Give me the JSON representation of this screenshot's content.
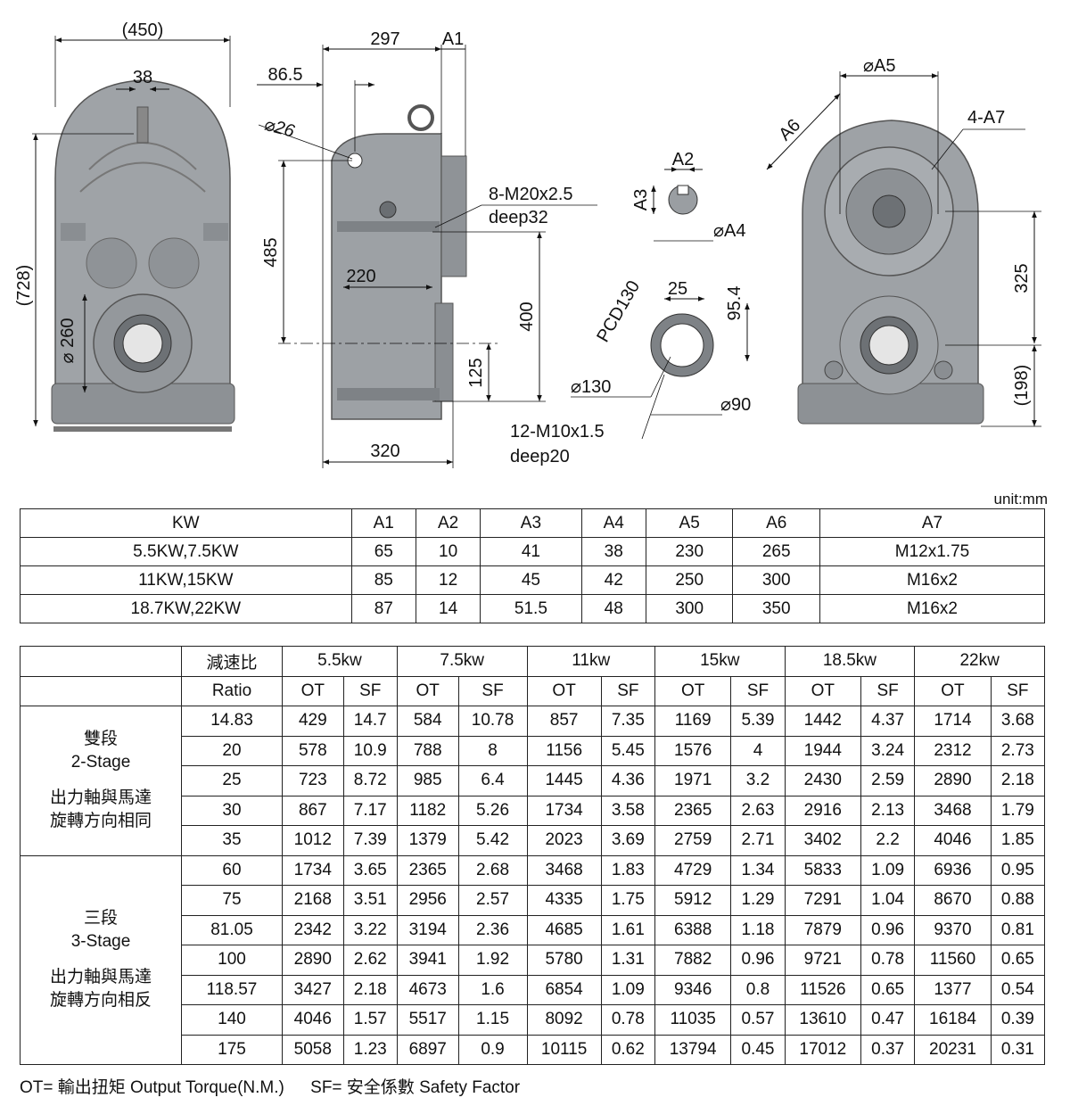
{
  "drawing": {
    "front": {
      "width": "(450)",
      "shaft": "38",
      "height": "(728)",
      "bore_dia": "260"
    },
    "side": {
      "d297": "297",
      "a1": "A1",
      "d86": "86.5",
      "hole": "26",
      "d485": "485",
      "d220": "220",
      "d400": "400",
      "d125": "125",
      "d320": "320",
      "bolt_spec": "8-M20x2.5",
      "bolt_depth": "deep32"
    },
    "key": {
      "a2": "A2",
      "a3": "A3",
      "a4": "A4"
    },
    "flange": {
      "pcd": "PCD130",
      "d25": "25",
      "d95": "95.4",
      "d130": "130",
      "d90": "90",
      "tap_spec": "12-M10x1.5",
      "tap_depth": "deep20"
    },
    "rear": {
      "a5": "A5",
      "a6": "A6",
      "a7": "4-A7",
      "d325": "325",
      "d198": "(198)"
    }
  },
  "unit_label": "unit:mm",
  "spec_table": {
    "headers": [
      "KW",
      "A1",
      "A2",
      "A3",
      "A4",
      "A5",
      "A6",
      "A7"
    ],
    "rows": [
      [
        "5.5KW,7.5KW",
        "65",
        "10",
        "41",
        "38",
        "230",
        "265",
        "M12x1.75"
      ],
      [
        "11KW,15KW",
        "85",
        "12",
        "45",
        "42",
        "250",
        "300",
        "M16x2"
      ],
      [
        "18.7KW,22KW",
        "87",
        "14",
        "51.5",
        "48",
        "300",
        "350",
        "M16x2"
      ]
    ]
  },
  "perf_table": {
    "ratio_cn": "減速比",
    "ratio_en": "Ratio",
    "powers": [
      "5.5kw",
      "7.5kw",
      "11kw",
      "15kw",
      "18.5kw",
      "22kw"
    ],
    "ot": "OT",
    "sf": "SF",
    "groups": [
      {
        "name_cn": "雙段",
        "name_en": "2-Stage",
        "note1": "出力軸與馬達",
        "note2": "旋轉方向相同",
        "rows": [
          [
            "14.83",
            "429",
            "14.7",
            "584",
            "10.78",
            "857",
            "7.35",
            "1169",
            "5.39",
            "1442",
            "4.37",
            "1714",
            "3.68"
          ],
          [
            "20",
            "578",
            "10.9",
            "788",
            "8",
            "1156",
            "5.45",
            "1576",
            "4",
            "1944",
            "3.24",
            "2312",
            "2.73"
          ],
          [
            "25",
            "723",
            "8.72",
            "985",
            "6.4",
            "1445",
            "4.36",
            "1971",
            "3.2",
            "2430",
            "2.59",
            "2890",
            "2.18"
          ],
          [
            "30",
            "867",
            "7.17",
            "1182",
            "5.26",
            "1734",
            "3.58",
            "2365",
            "2.63",
            "2916",
            "2.13",
            "3468",
            "1.79"
          ],
          [
            "35",
            "1012",
            "7.39",
            "1379",
            "5.42",
            "2023",
            "3.69",
            "2759",
            "2.71",
            "3402",
            "2.2",
            "4046",
            "1.85"
          ]
        ]
      },
      {
        "name_cn": "三段",
        "name_en": "3-Stage",
        "note1": "出力軸與馬達",
        "note2": "旋轉方向相反",
        "rows": [
          [
            "60",
            "1734",
            "3.65",
            "2365",
            "2.68",
            "3468",
            "1.83",
            "4729",
            "1.34",
            "5833",
            "1.09",
            "6936",
            "0.95"
          ],
          [
            "75",
            "2168",
            "3.51",
            "2956",
            "2.57",
            "4335",
            "1.75",
            "5912",
            "1.29",
            "7291",
            "1.04",
            "8670",
            "0.88"
          ],
          [
            "81.05",
            "2342",
            "3.22",
            "3194",
            "2.36",
            "4685",
            "1.61",
            "6388",
            "1.18",
            "7879",
            "0.96",
            "9370",
            "0.81"
          ],
          [
            "100",
            "2890",
            "2.62",
            "3941",
            "1.92",
            "5780",
            "1.31",
            "7882",
            "0.96",
            "9721",
            "0.78",
            "11560",
            "0.65"
          ],
          [
            "118.57",
            "3427",
            "2.18",
            "4673",
            "1.6",
            "6854",
            "1.09",
            "9346",
            "0.8",
            "11526",
            "0.65",
            "1377",
            "0.54"
          ],
          [
            "140",
            "4046",
            "1.57",
            "5517",
            "1.15",
            "8092",
            "0.78",
            "11035",
            "0.57",
            "13610",
            "0.47",
            "16184",
            "0.39"
          ],
          [
            "175",
            "5058",
            "1.23",
            "6897",
            "0.9",
            "10115",
            "0.62",
            "13794",
            "0.45",
            "17012",
            "0.37",
            "20231",
            "0.31"
          ]
        ]
      }
    ]
  },
  "footnote": {
    "ot": "OT= 輸出扭矩 Output Torque(N.M.)",
    "sf": "SF= 安全係數 Safety Factor"
  }
}
